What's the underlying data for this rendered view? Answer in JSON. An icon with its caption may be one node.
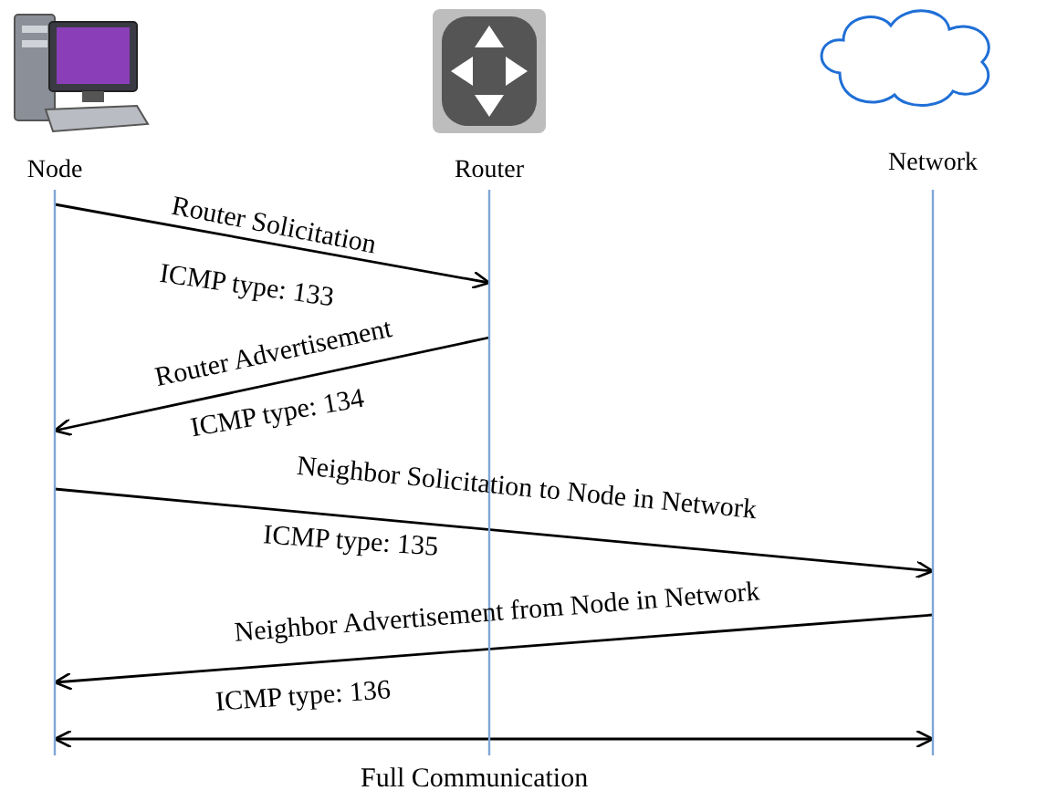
{
  "diagram": {
    "nodes": [
      {
        "text": [
          "Node"
        ]
      },
      {
        "text": [
          "Router"
        ]
      },
      {
        "text": [
          "Network"
        ]
      }
    ],
    "edges": [
      {
        "from": 0,
        "to": 1,
        "arrow": "to",
        "label": "Router Solicitation"
      },
      {
        "from": 1,
        "to": 0,
        "arrow": "to",
        "label": "Router Advertisement"
      },
      {
        "from": 0,
        "to": 2,
        "arrow": "to",
        "label": "Neighbor Solicitation to Node in Network"
      },
      {
        "from": 2,
        "to": 0,
        "arrow": "to",
        "label": "Neighbor Advertisement from Node in Network"
      },
      {
        "from": 0,
        "to": 2,
        "arrow": "both",
        "label": "Full Communication"
      }
    ],
    "labels": [
      "ICMP type: 133",
      "ICMP type: 134",
      "ICMP type: 135",
      "ICMP type: 136"
    ]
  }
}
